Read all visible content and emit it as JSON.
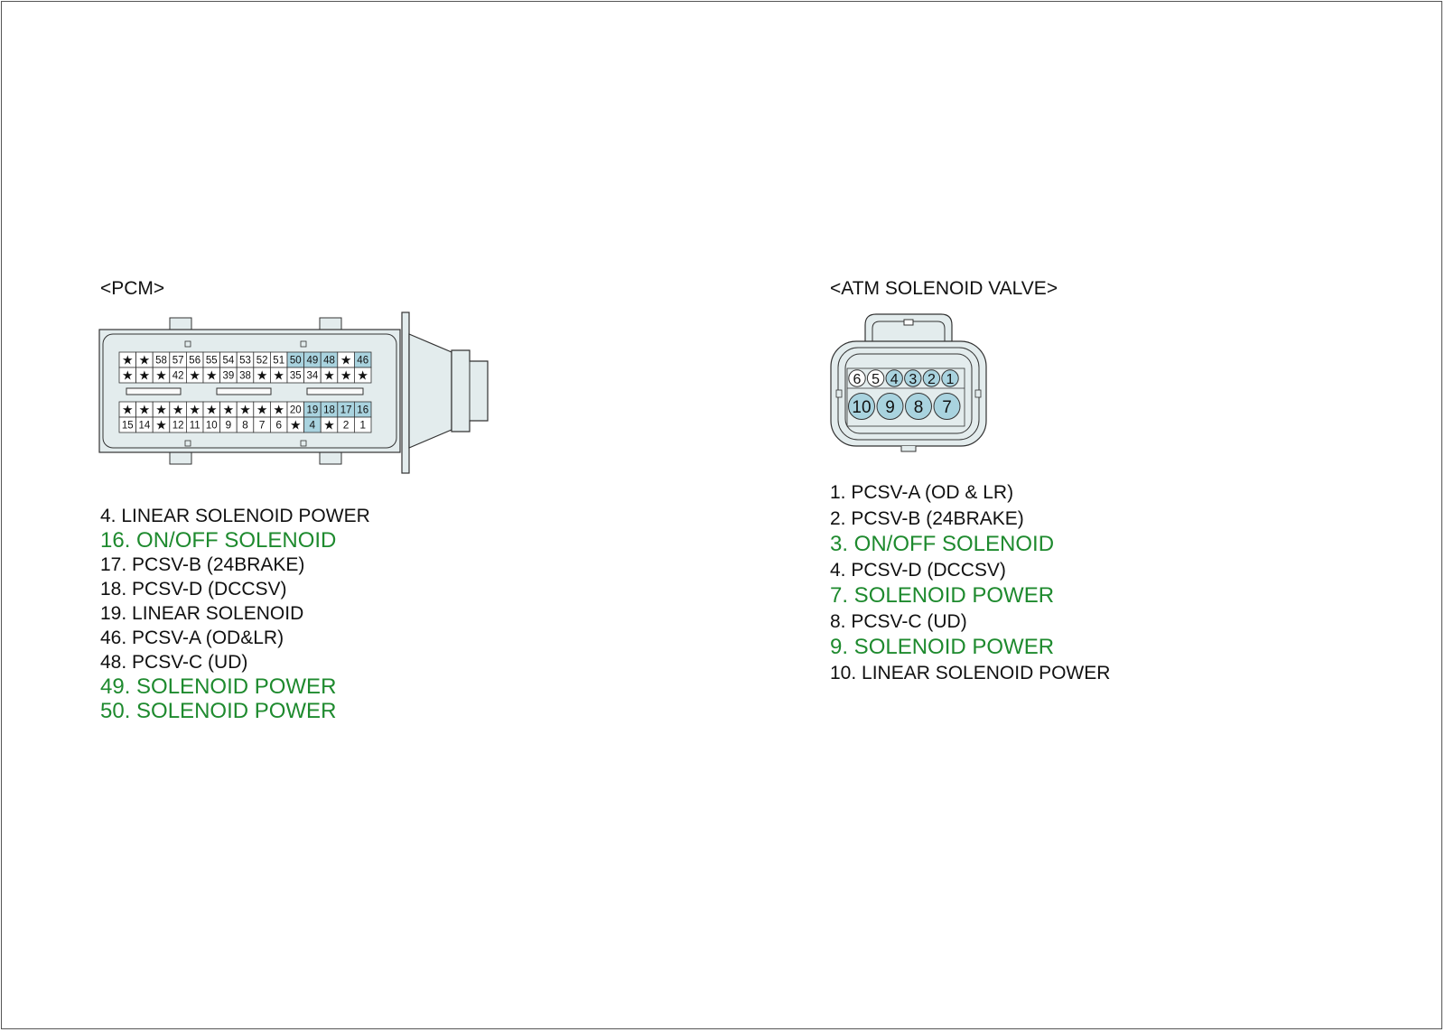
{
  "pcm": {
    "heading": "<PCM>",
    "connector": {
      "upper_rows": [
        [
          "★",
          "★",
          "58",
          "57",
          "56",
          "55",
          "54",
          "53",
          "52",
          "51",
          "50",
          "49",
          "48",
          "★",
          "46"
        ],
        [
          "★",
          "★",
          "★",
          "42",
          "★",
          "★",
          "39",
          "38",
          "★",
          "★",
          "35",
          "34",
          "★",
          "★",
          "★"
        ]
      ],
      "lower_rows": [
        [
          "★",
          "★",
          "★",
          "★",
          "★",
          "★",
          "★",
          "★",
          "★",
          "★",
          "20",
          "19",
          "18",
          "17",
          "16"
        ],
        [
          "15",
          "14",
          "★",
          "12",
          "11",
          "10",
          "9",
          "8",
          "7",
          "6",
          "★",
          "4",
          "★",
          "2",
          "1"
        ]
      ],
      "highlighted_pins": [
        "50",
        "49",
        "48",
        "46",
        "19",
        "18",
        "17",
        "16",
        "4"
      ],
      "highlight_color": "#a9d3df",
      "body_color": "#e3eced"
    },
    "pins": [
      {
        "text": "4. LINEAR SOLENOID POWER",
        "highlight": false
      },
      {
        "text": "16. ON/OFF SOLENOID",
        "highlight": true
      },
      {
        "text": "17. PCSV-B (24BRAKE)",
        "highlight": false
      },
      {
        "text": "18. PCSV-D (DCCSV)",
        "highlight": false
      },
      {
        "text": "19. LINEAR SOLENOID",
        "highlight": false
      },
      {
        "text": "46. PCSV-A (OD&LR)",
        "highlight": false
      },
      {
        "text": "48. PCSV-C (UD)",
        "highlight": false
      },
      {
        "text": "49. SOLENOID POWER",
        "highlight": true
      },
      {
        "text": "50. SOLENOID POWER",
        "highlight": true
      }
    ]
  },
  "atm": {
    "heading": "<ATM SOLENOID VALVE>",
    "connector": {
      "small_pins": [
        "6",
        "5",
        "4",
        "3",
        "2",
        "1"
      ],
      "large_pins": [
        "10",
        "9",
        "8",
        "7"
      ],
      "highlighted_pins": [
        "4",
        "3",
        "2",
        "1",
        "10",
        "9",
        "8",
        "7"
      ],
      "highlight_color": "#a9d3df",
      "body_color": "#e3eced"
    },
    "pins": [
      {
        "text": "1. PCSV-A (OD & LR)",
        "highlight": false
      },
      {
        "text": "2. PCSV-B (24BRAKE)",
        "highlight": false
      },
      {
        "text": "3. ON/OFF SOLENOID",
        "highlight": true
      },
      {
        "text": "4. PCSV-D (DCCSV)",
        "highlight": false
      },
      {
        "text": "7. SOLENOID POWER",
        "highlight": true
      },
      {
        "text": "8. PCSV-C (UD)",
        "highlight": false
      },
      {
        "text": "9. SOLENOID POWER",
        "highlight": true
      },
      {
        "text": "10. LINEAR SOLENOID POWER",
        "highlight": false
      }
    ],
    "highlight_text_color": "#1e8a2e"
  }
}
